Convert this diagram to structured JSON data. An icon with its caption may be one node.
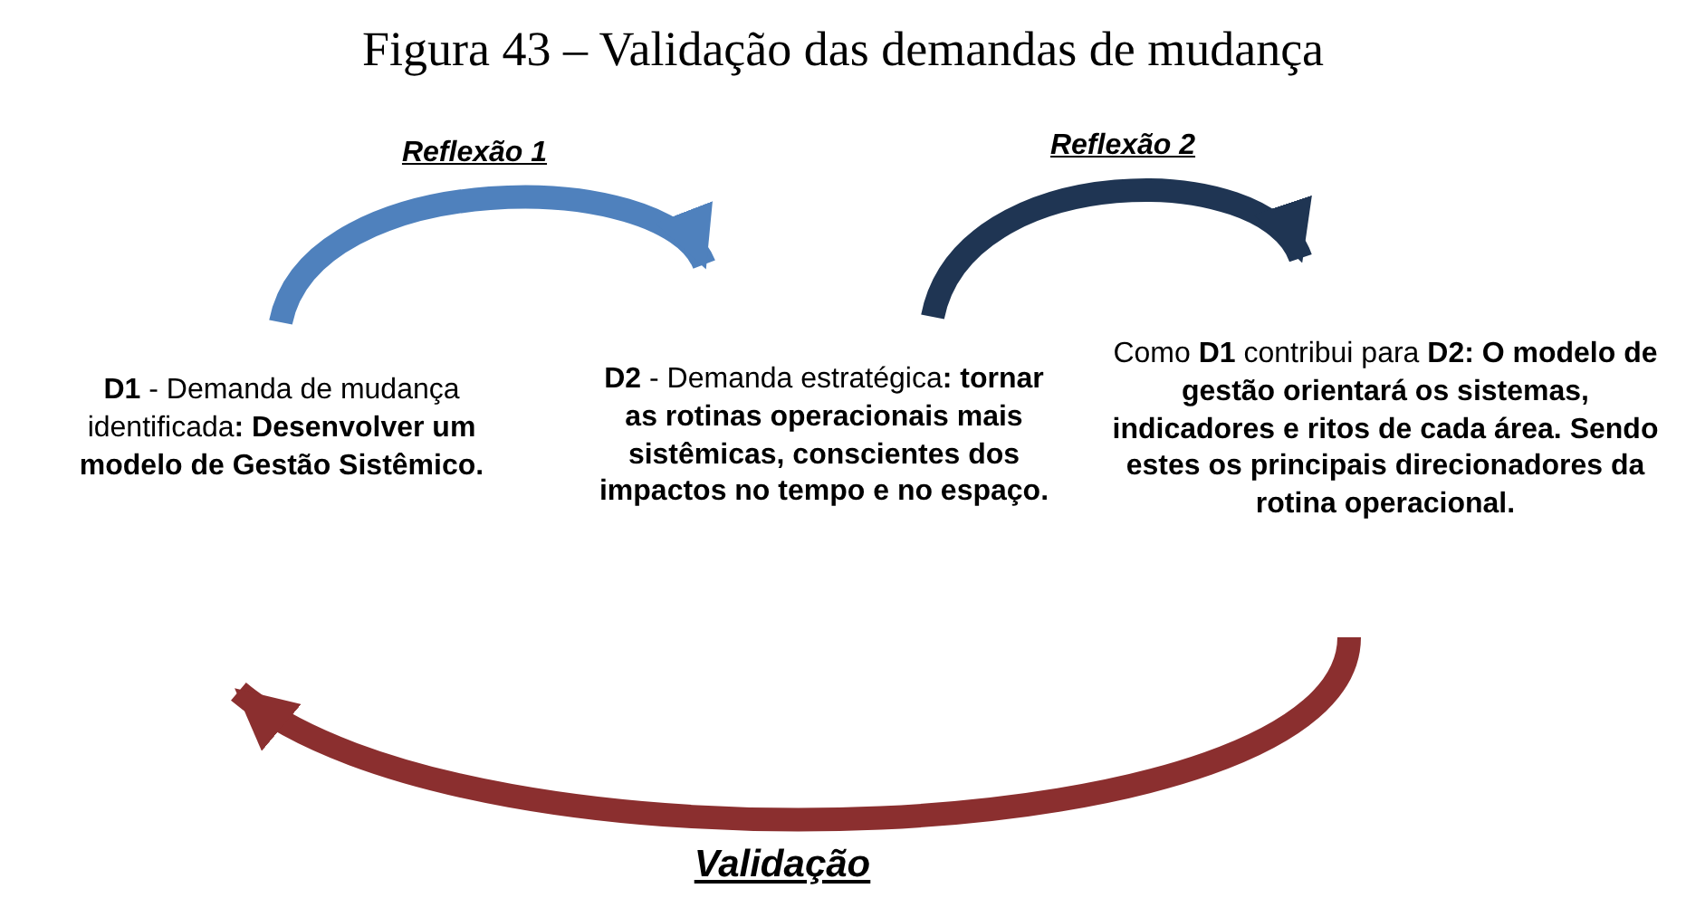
{
  "diagram": {
    "title": "Figura 43 – Validação das demandas de mudança",
    "nodes": [
      {
        "text": [
          "**D1** - Demanda de mudança identificada**: Desenvolver um modelo de Gestão Sistêmico.**"
        ]
      },
      {
        "text": [
          "**D2** - Demanda estratégica**: tornar as rotinas operacionais mais sistêmicas, conscientes dos impactos no tempo e no espaço.**"
        ]
      },
      {
        "text": [
          "Como **D1** contribui para **D2: O modelo de gestão orientará os sistemas, indicadores e ritos de cada área. Sendo estes os principais direcionadores da rotina operacional.**"
        ]
      }
    ],
    "edges": [
      {
        "from": 0,
        "to": 1,
        "arrow": "to",
        "label": "Reflexão 1",
        "color": "#4f81bd"
      },
      {
        "from": 1,
        "to": 2,
        "arrow": "to",
        "label": "Reflexão 2",
        "color": "#1f3553"
      },
      {
        "from": 2,
        "to": 0,
        "arrow": "to",
        "label": "Validação",
        "color": "#8b2f2f"
      }
    ]
  }
}
